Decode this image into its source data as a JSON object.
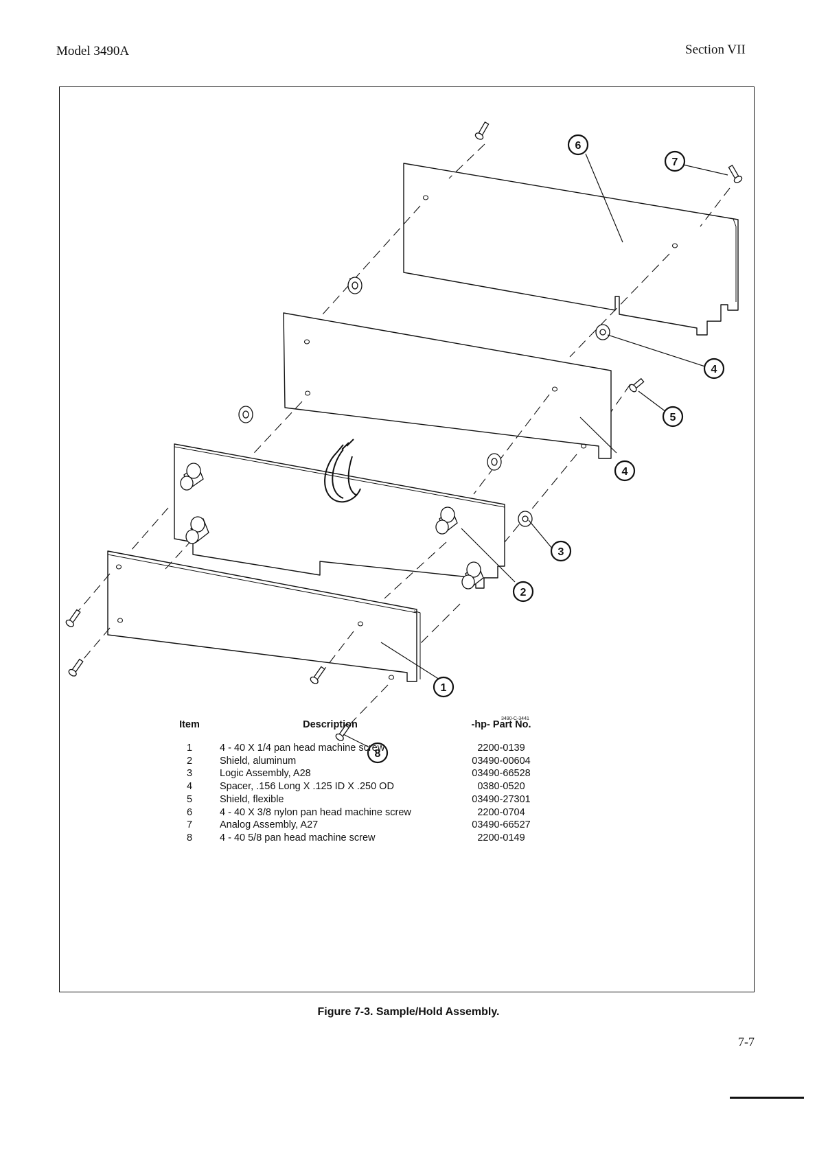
{
  "header": {
    "model": "Model 3490A",
    "section": "Section VII"
  },
  "figure": {
    "drawing_number": "3490-C-3441",
    "callouts": [
      "1",
      "2",
      "3",
      "4",
      "4",
      "5",
      "6",
      "7",
      "8"
    ]
  },
  "table": {
    "columns": [
      "Item",
      "Description",
      "-hp- Part No."
    ],
    "rows": [
      {
        "item": "1",
        "description": "4 - 40 X 1/4 pan head machine screw",
        "part": "2200-0139"
      },
      {
        "item": "2",
        "description": "Shield, aluminum",
        "part": "03490-00604"
      },
      {
        "item": "3",
        "description": "Logic Assembly, A28",
        "part": "03490-66528"
      },
      {
        "item": "4",
        "description": "Spacer, .156 Long X .125 ID X .250 OD",
        "part": "0380-0520"
      },
      {
        "item": "5",
        "description": "Shield, flexible",
        "part": "03490-27301"
      },
      {
        "item": "6",
        "description": "4 - 40 X 3/8 nylon pan head machine screw",
        "part": "2200-0704"
      },
      {
        "item": "7",
        "description": "Analog Assembly, A27",
        "part": "03490-66527"
      },
      {
        "item": "8",
        "description": "4 - 40 5/8 pan head machine screw",
        "part": "2200-0149"
      }
    ]
  },
  "caption": "Figure 7-3. Sample/Hold Assembly.",
  "page_number": "7-7"
}
